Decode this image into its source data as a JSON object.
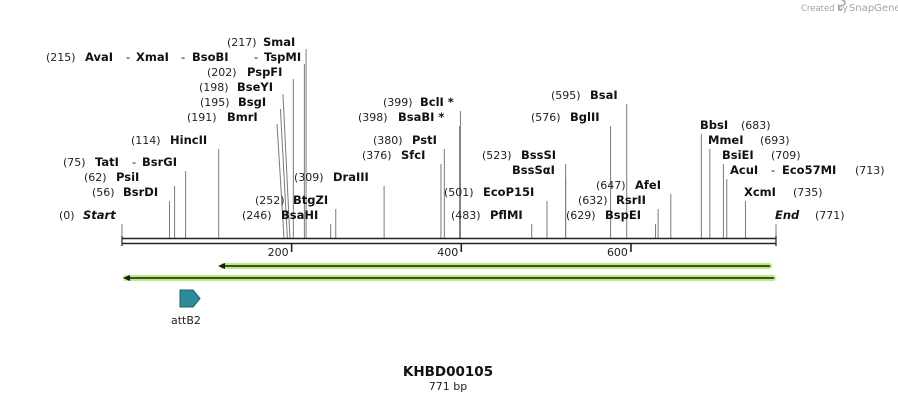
{
  "credit": "Created by",
  "brand": "SnapGene",
  "title": "KHBD00105",
  "length_label": "771 bp",
  "length_bp": 771,
  "ticks": [
    {
      "bp": 200,
      "label": "200"
    },
    {
      "bp": 400,
      "label": "400"
    },
    {
      "bp": 600,
      "label": "600"
    }
  ],
  "feature": {
    "label": "attB2"
  },
  "sites": [
    {
      "pos": "(217)",
      "name": "SmaI",
      "bp": 217
    },
    {
      "pos": "(215)",
      "name": "AvaI",
      "bp": 215
    },
    {
      "name": "XmaI",
      "bp": 215
    },
    {
      "name": "BsoBI",
      "bp": 215
    },
    {
      "name": "TspMI",
      "bp": 215
    },
    {
      "pos": "(202)",
      "name": "PspFI",
      "bp": 202
    },
    {
      "pos": "(198)",
      "name": "BseYI",
      "bp": 198
    },
    {
      "pos": "(195)",
      "name": "BsgI",
      "bp": 195
    },
    {
      "pos": "(191)",
      "name": "BmrI",
      "bp": 191
    },
    {
      "pos": "(114)",
      "name": "HincII",
      "bp": 114
    },
    {
      "pos": "(75)",
      "name": "TatI",
      "bp": 75
    },
    {
      "name": "BsrGI",
      "bp": 75
    },
    {
      "pos": "(62)",
      "name": "PsiI",
      "bp": 62
    },
    {
      "pos": "(56)",
      "name": "BsrDI",
      "bp": 56
    },
    {
      "pos": "(0)",
      "name": "Start",
      "bp": 0
    },
    {
      "pos": "(309)",
      "name": "DraIII",
      "bp": 309
    },
    {
      "pos": "(252)",
      "name": "BtgZI",
      "bp": 252
    },
    {
      "pos": "(246)",
      "name": "BsaHI",
      "bp": 246
    },
    {
      "pos": "(399)",
      "name": "BclI *",
      "bp": 399
    },
    {
      "pos": "(398)",
      "name": "BsaBI *",
      "bp": 398
    },
    {
      "pos": "(380)",
      "name": "PstI",
      "bp": 380
    },
    {
      "pos": "(376)",
      "name": "SfcI",
      "bp": 376
    },
    {
      "pos": "(595)",
      "name": "BsaI",
      "bp": 595
    },
    {
      "pos": "(576)",
      "name": "BglII",
      "bp": 576
    },
    {
      "pos": "(523)",
      "name": "BssSI",
      "bp": 523
    },
    {
      "name": "BssSαI",
      "bp": 523
    },
    {
      "pos": "(501)",
      "name": "EcoP15I",
      "bp": 501
    },
    {
      "pos": "(483)",
      "name": "PflMI",
      "bp": 483
    },
    {
      "pos": "(647)",
      "name": "AfeI",
      "bp": 647
    },
    {
      "pos": "(632)",
      "name": "RsrII",
      "bp": 632
    },
    {
      "pos": "(629)",
      "name": "BspEI",
      "bp": 629
    },
    {
      "pos": "(683)",
      "name": "BbsI",
      "bp": 683
    },
    {
      "pos": "(693)",
      "name": "MmeI",
      "bp": 693
    },
    {
      "pos": "(709)",
      "name": "BsiEI",
      "bp": 709
    },
    {
      "pos": "(713)",
      "name": "AcuI",
      "bp": 713
    },
    {
      "name": "Eco57MI",
      "bp": 713
    },
    {
      "pos": "(735)",
      "name": "XcmI",
      "bp": 735
    },
    {
      "pos": "(771)",
      "name": "End",
      "bp": 771
    }
  ],
  "colors": {
    "feature": "#2e8b9a",
    "arrow_glow": "#b6ee7a",
    "arrow": "#1a1a1a",
    "leader": "#7a7a7a",
    "brand": "#9aa4ad"
  },
  "separator": "-"
}
